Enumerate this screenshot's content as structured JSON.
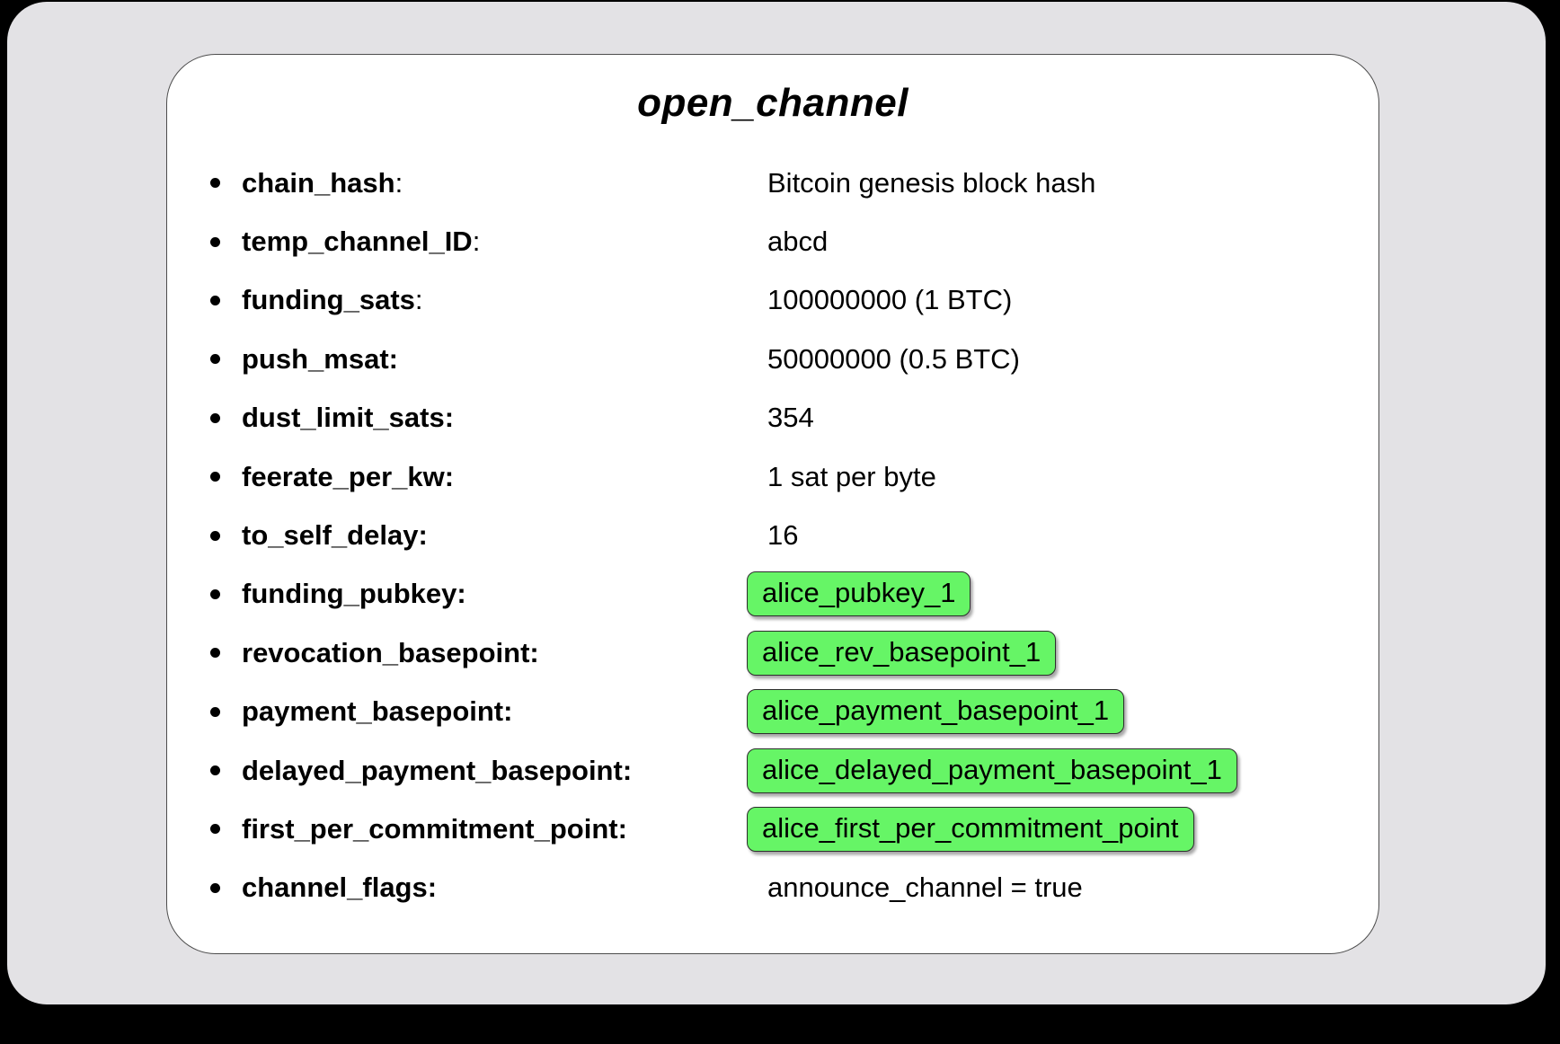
{
  "card": {
    "title": "open_channel",
    "items": [
      {
        "label": "chain_hash",
        "colon": ":",
        "colon_bold": false,
        "value": "Bitcoin genesis block hash",
        "badge": false
      },
      {
        "label": "temp_channel_ID",
        "colon": ":",
        "colon_bold": false,
        "value": "abcd",
        "badge": false
      },
      {
        "label": "funding_sats",
        "colon": ":",
        "colon_bold": false,
        "value": "100000000 (1 BTC)",
        "badge": false
      },
      {
        "label": "push_msat",
        "colon": ":",
        "colon_bold": true,
        "value": "50000000 (0.5 BTC)",
        "badge": false
      },
      {
        "label": "dust_limit_sats",
        "colon": ":",
        "colon_bold": true,
        "value": "354",
        "badge": false
      },
      {
        "label": "feerate_per_kw",
        "colon": ":",
        "colon_bold": true,
        "value": "1 sat per byte",
        "badge": false
      },
      {
        "label": "to_self_delay",
        "colon": ":",
        "colon_bold": true,
        "value": "16",
        "badge": false
      },
      {
        "label": "funding_pubkey",
        "colon": ":",
        "colon_bold": true,
        "value": "alice_pubkey_1",
        "badge": true
      },
      {
        "label": "revocation_basepoint",
        "colon": ":",
        "colon_bold": true,
        "value": "alice_rev_basepoint_1",
        "badge": true
      },
      {
        "label": "payment_basepoint",
        "colon": ":",
        "colon_bold": true,
        "value": "alice_payment_basepoint_1",
        "badge": true
      },
      {
        "label": "delayed_payment_basepoint",
        "colon": ":",
        "colon_bold": true,
        "value": "alice_delayed_payment_basepoint_1",
        "badge": true
      },
      {
        "label": "first_per_commitment_point",
        "colon": ":",
        "colon_bold": true,
        "value": "alice_first_per_commitment_point",
        "badge": true
      },
      {
        "label": "channel_flags",
        "colon": ":",
        "colon_bold": true,
        "value": "announce_channel = true",
        "badge": false
      }
    ],
    "colors": {
      "badge_green": "#66F566",
      "slide_background": "#E3E2E5",
      "card_background": "#FFFFFF",
      "text": "#000000"
    }
  }
}
